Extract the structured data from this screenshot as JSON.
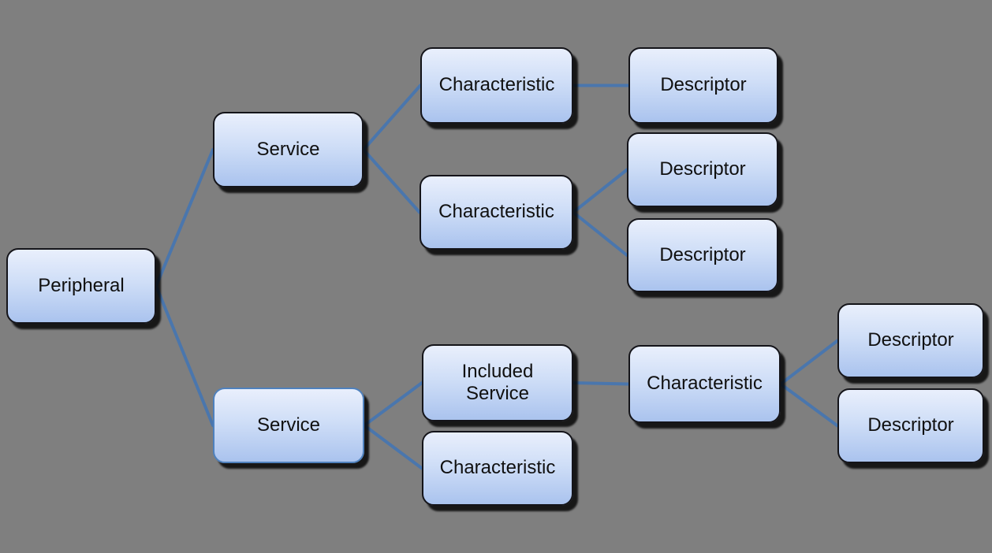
{
  "diagram": {
    "title": "BLE GATT hierarchy diagram",
    "colors": {
      "background": "#7f7f7f",
      "connector": "#4a76ad",
      "box_border_dark": "#141419",
      "box_border_accent": "#4f81bd",
      "box_fill_top": "#e9effc",
      "box_fill_mid": "#cfdef7",
      "box_fill_bottom": "#aac3ee",
      "text": "#101010"
    },
    "nodes": {
      "peripheral": {
        "label": "Peripheral"
      },
      "service_1": {
        "label": "Service"
      },
      "characteristic_1a": {
        "label": "Characteristic"
      },
      "descriptor_1a1": {
        "label": "Descriptor"
      },
      "characteristic_1b": {
        "label": "Characteristic"
      },
      "descriptor_1b1": {
        "label": "Descriptor"
      },
      "descriptor_1b2": {
        "label": "Descriptor"
      },
      "service_2": {
        "label": "Service"
      },
      "included_service": {
        "label": "Included Service"
      },
      "characteristic_2a": {
        "label": "Characteristic"
      },
      "characteristic_2b": {
        "label": "Characteristic"
      },
      "descriptor_2a1": {
        "label": "Descriptor"
      },
      "descriptor_2a2": {
        "label": "Descriptor"
      }
    },
    "edges": [
      {
        "from": "peripheral",
        "to": "service_1"
      },
      {
        "from": "peripheral",
        "to": "service_2"
      },
      {
        "from": "service_1",
        "to": "characteristic_1a"
      },
      {
        "from": "service_1",
        "to": "characteristic_1b"
      },
      {
        "from": "characteristic_1a",
        "to": "descriptor_1a1"
      },
      {
        "from": "characteristic_1b",
        "to": "descriptor_1b1"
      },
      {
        "from": "characteristic_1b",
        "to": "descriptor_1b2"
      },
      {
        "from": "service_2",
        "to": "included_service"
      },
      {
        "from": "service_2",
        "to": "characteristic_2b"
      },
      {
        "from": "included_service",
        "to": "characteristic_2a"
      },
      {
        "from": "characteristic_2a",
        "to": "descriptor_2a1"
      },
      {
        "from": "characteristic_2a",
        "to": "descriptor_2a2"
      }
    ]
  }
}
